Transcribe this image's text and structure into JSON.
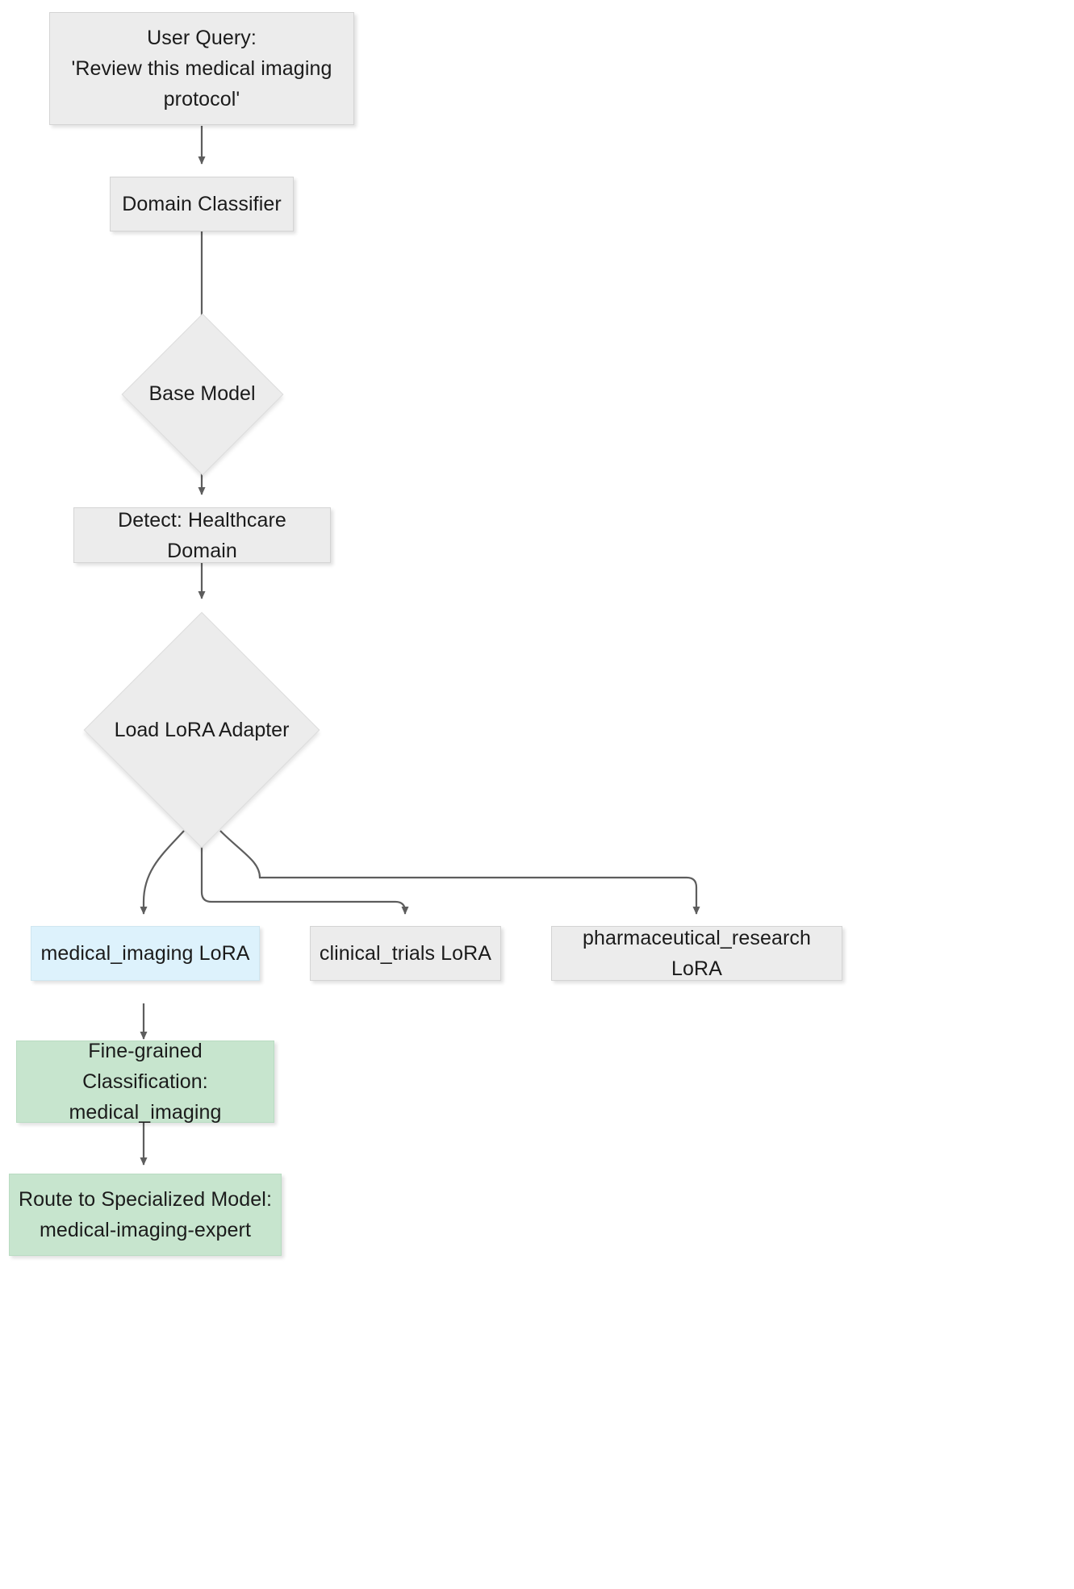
{
  "diagram": {
    "title": "LoRA Adapter Domain Routing Flowchart",
    "type": "flowchart",
    "direction": "top-down",
    "colors": {
      "default_fill": "#ececec",
      "default_stroke": "#d4d4d4",
      "highlight_fill": "#ddf2fc",
      "highlight_stroke": "#cfe6f0",
      "result_fill": "#c7e5ce",
      "result_stroke": "#b9dcc2",
      "edge_stroke": "#555555",
      "text": "#1b1b1b",
      "background": "#ffffff"
    },
    "nodes": {
      "user_query": {
        "label": "User Query:\n'Review this medical imaging\nprotocol'",
        "shape": "rectangle",
        "style": "default"
      },
      "domain_classifier": {
        "label": "Domain Classifier",
        "shape": "rectangle",
        "style": "default"
      },
      "base_model": {
        "label": "Base Model",
        "shape": "diamond",
        "style": "default"
      },
      "detect_healthcare": {
        "label": "Detect: Healthcare Domain",
        "shape": "rectangle",
        "style": "default"
      },
      "load_lora_adapter": {
        "label": "Load LoRA Adapter",
        "shape": "diamond",
        "style": "default"
      },
      "medical_imaging_lora": {
        "label": "medical_imaging LoRA",
        "shape": "rectangle",
        "style": "highlight"
      },
      "clinical_trials_lora": {
        "label": "clinical_trials LoRA",
        "shape": "rectangle",
        "style": "default"
      },
      "pharmaceutical_research_lora": {
        "label": "pharmaceutical_research LoRA",
        "shape": "rectangle",
        "style": "default"
      },
      "fine_grained_classification": {
        "label": "Fine-grained Classification:\nmedical_imaging",
        "shape": "rectangle",
        "style": "result"
      },
      "route_to_specialized_model": {
        "label": "Route to Specialized Model:\nmedical-imaging-expert",
        "shape": "rectangle",
        "style": "result"
      }
    },
    "edges": [
      {
        "from": "user_query",
        "to": "domain_classifier",
        "arrow": "filled-triangle"
      },
      {
        "from": "domain_classifier",
        "to": "base_model",
        "arrow": "filled-triangle"
      },
      {
        "from": "base_model",
        "to": "detect_healthcare",
        "arrow": "filled-triangle"
      },
      {
        "from": "detect_healthcare",
        "to": "load_lora_adapter",
        "arrow": "filled-triangle"
      },
      {
        "from": "load_lora_adapter",
        "to": "medical_imaging_lora",
        "arrow": "filled-triangle"
      },
      {
        "from": "load_lora_adapter",
        "to": "clinical_trials_lora",
        "arrow": "filled-triangle"
      },
      {
        "from": "load_lora_adapter",
        "to": "pharmaceutical_research_lora",
        "arrow": "filled-triangle"
      },
      {
        "from": "medical_imaging_lora",
        "to": "fine_grained_classification",
        "arrow": "filled-triangle"
      },
      {
        "from": "fine_grained_classification",
        "to": "route_to_specialized_model",
        "arrow": "filled-triangle"
      }
    ]
  }
}
